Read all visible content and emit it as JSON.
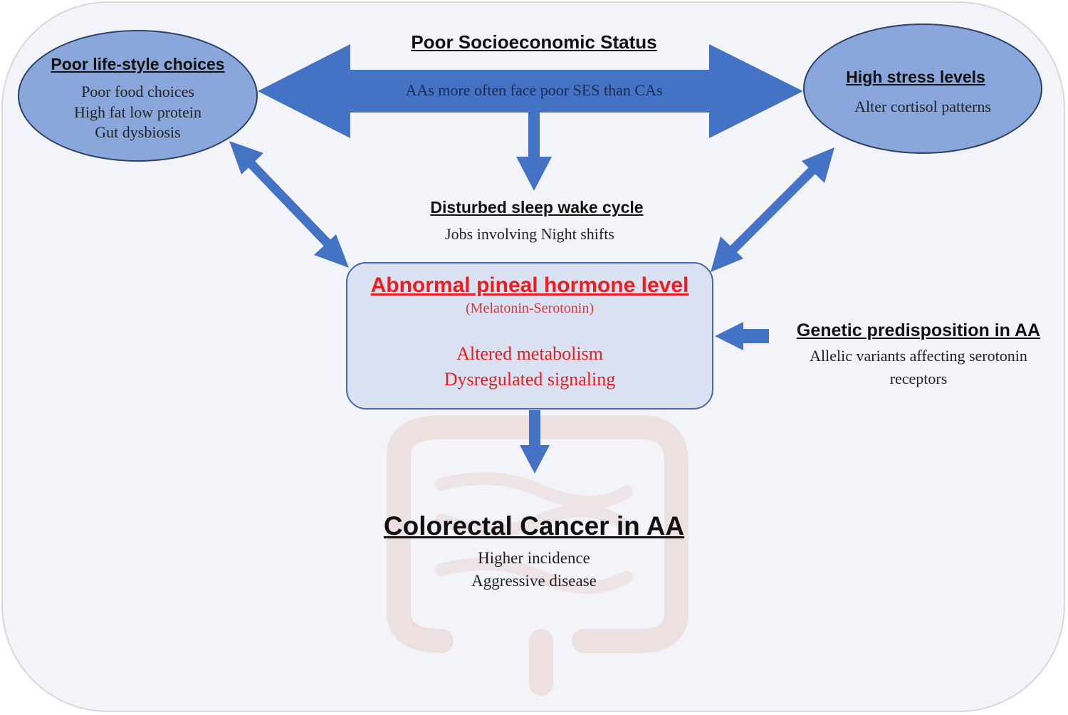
{
  "diagram": {
    "colors": {
      "arrow": "#4472c4",
      "ellipse_fill": "#8aa7dc",
      "ellipse_border": "#2d3f66",
      "box_fill": "#d9e1f2",
      "highlight_text": "#ee1c1c",
      "background": "#f3f4f9"
    },
    "ses": {
      "title": "Poor Socioeconomic Status",
      "subtitle": "AAs more often face poor SES than CAs"
    },
    "lifestyle": {
      "title": "Poor life-style choices",
      "lines": [
        "Poor food choices",
        "High fat low protein",
        "Gut dysbiosis"
      ]
    },
    "stress": {
      "title": "High stress levels",
      "lines": [
        "Alter cortisol patterns"
      ]
    },
    "sleep": {
      "title": "Disturbed sleep wake cycle",
      "lines": [
        "Jobs involving Night shifts"
      ]
    },
    "pineal": {
      "title": "Abnormal pineal hormone level",
      "subtitle": "(Melatonin-Serotonin)",
      "lines": [
        "Altered metabolism",
        "Dysregulated signaling"
      ]
    },
    "genetic": {
      "title": "Genetic predisposition in AA",
      "lines": [
        "Allelic variants affecting serotonin",
        "receptors"
      ]
    },
    "outcome": {
      "title": "Colorectal Cancer in AA",
      "lines": [
        "Higher incidence",
        "Aggressive disease"
      ]
    },
    "background_image": "colon-illustration"
  }
}
